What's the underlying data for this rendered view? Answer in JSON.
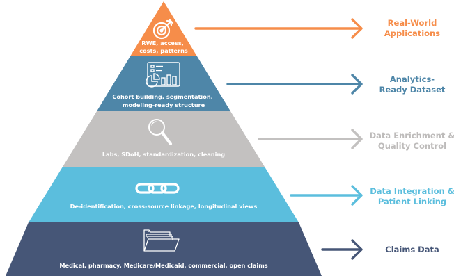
{
  "diagram": {
    "layers": [
      {
        "id": "real-world",
        "icon": "target-icon",
        "description_lines": [
          "RWE, access,",
          "costs, patterns"
        ],
        "label_lines": [
          "Real-World",
          "Applications"
        ],
        "color": "#F68D4A"
      },
      {
        "id": "analytics",
        "icon": "dashboard-chart-icon",
        "description_lines": [
          "Cohort building, segmentation,",
          "modeling-ready structure"
        ],
        "label_lines": [
          "Analytics-",
          "Ready Dataset"
        ],
        "color": "#4E86A8"
      },
      {
        "id": "enrichment",
        "icon": "magnifier-icon",
        "description_lines": [
          "Labs, SDoH, standardization, cleaning"
        ],
        "label_lines": [
          "Data Enrichment &",
          "Quality Control"
        ],
        "color": "#C3C1C0"
      },
      {
        "id": "integration",
        "icon": "chain-link-icon",
        "description_lines": [
          "De-identification, cross-source linkage, longitudinal views"
        ],
        "label_lines": [
          "Data Integration &",
          "Patient Linking"
        ],
        "color": "#5BBEDD"
      },
      {
        "id": "claims",
        "icon": "folder-icon",
        "description_lines": [
          "Medical, pharmacy, Medicare/Medicaid, commercial, open claims"
        ],
        "label_lines": [
          "Claims Data"
        ],
        "color": "#465677"
      }
    ]
  }
}
